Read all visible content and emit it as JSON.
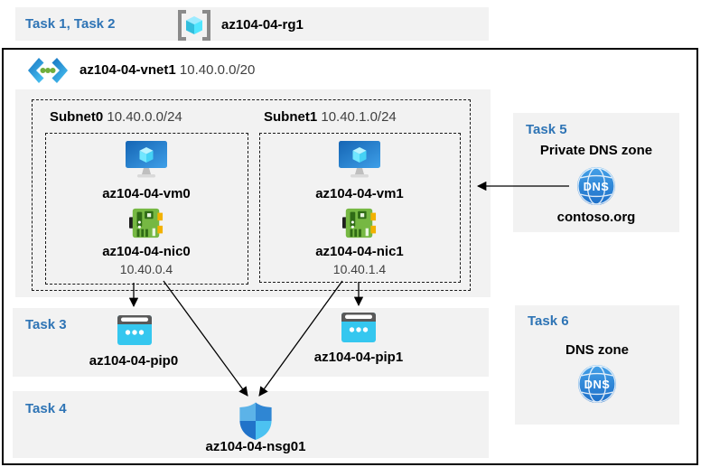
{
  "colors": {
    "accent_blue": "#2E74B5",
    "panel_gray": "#F2F2F2",
    "frame_border": "#000000",
    "arrow": "#000000",
    "pip_cyan": "#35C7EF",
    "nic_green": "#76B843",
    "dns_blue": "#2E86D8",
    "vm_blue": "#2F8FD8"
  },
  "icons": {
    "resource_group": "resource-group-icon",
    "vnet": "virtual-network-icon",
    "vm": "virtual-machine-icon",
    "nic": "network-interface-icon",
    "public_ip": "public-ip-icon",
    "dns": "dns-globe-icon",
    "nsg": "nsg-shield-icon"
  },
  "header": {
    "tasks_label": "Task 1, Task 2",
    "resource_group": "az104-04-rg1"
  },
  "vnet": {
    "name": "az104-04-vnet1",
    "cidr": "10.40.0.0/20",
    "subnets": [
      {
        "name": "Subnet0",
        "cidr": "10.40.0.0/24",
        "vm": "az104-04-vm0",
        "nic": "az104-04-nic0",
        "ip": "10.40.0.4"
      },
      {
        "name": "Subnet1",
        "cidr": "10.40.1.0/24",
        "vm": "az104-04-vm1",
        "nic": "az104-04-nic1",
        "ip": "10.40.1.4"
      }
    ]
  },
  "task3": {
    "label": "Task 3",
    "pips": [
      "az104-04-pip0",
      "az104-04-pip1"
    ]
  },
  "task4": {
    "label": "Task 4",
    "nsg": "az104-04-nsg01"
  },
  "task5": {
    "label": "Task 5",
    "title": "Private DNS zone",
    "zone": "contoso.org"
  },
  "task6": {
    "label": "Task 6",
    "title": "DNS zone"
  }
}
